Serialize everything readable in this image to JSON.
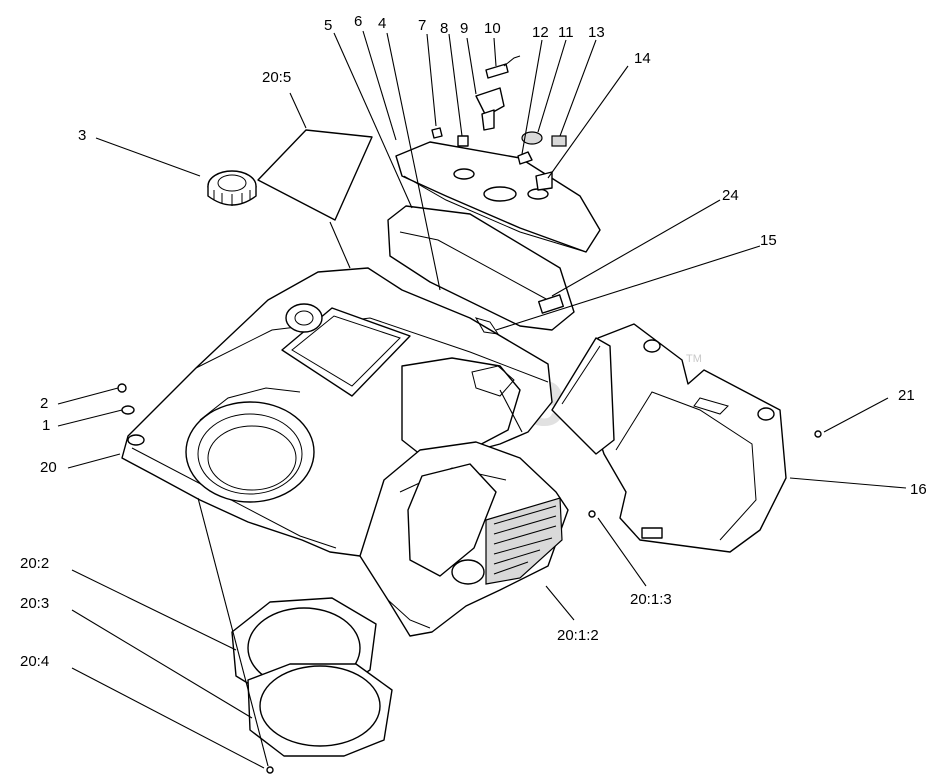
{
  "watermark": {
    "text": "PartsTree",
    "trademark": "TM"
  },
  "callouts": [
    {
      "id": "c-20-5",
      "label": "20:5"
    },
    {
      "id": "c-3",
      "label": "3"
    },
    {
      "id": "c-5",
      "label": "5"
    },
    {
      "id": "c-6",
      "label": "6"
    },
    {
      "id": "c-4",
      "label": "4"
    },
    {
      "id": "c-7",
      "label": "7"
    },
    {
      "id": "c-8",
      "label": "8"
    },
    {
      "id": "c-9",
      "label": "9"
    },
    {
      "id": "c-10",
      "label": "10"
    },
    {
      "id": "c-12",
      "label": "12"
    },
    {
      "id": "c-11",
      "label": "11"
    },
    {
      "id": "c-13",
      "label": "13"
    },
    {
      "id": "c-14",
      "label": "14"
    },
    {
      "id": "c-24",
      "label": "24"
    },
    {
      "id": "c-15",
      "label": "15"
    },
    {
      "id": "c-2",
      "label": "2"
    },
    {
      "id": "c-1",
      "label": "1"
    },
    {
      "id": "c-20",
      "label": "20"
    },
    {
      "id": "c-21",
      "label": "21"
    },
    {
      "id": "c-16",
      "label": "16"
    },
    {
      "id": "c-20-1-3",
      "label": "20:1:3"
    },
    {
      "id": "c-20-1-2",
      "label": "20:1:2"
    },
    {
      "id": "c-20-2",
      "label": "20:2"
    },
    {
      "id": "c-20-3",
      "label": "20:3"
    },
    {
      "id": "c-20-4",
      "label": "20:4"
    }
  ]
}
